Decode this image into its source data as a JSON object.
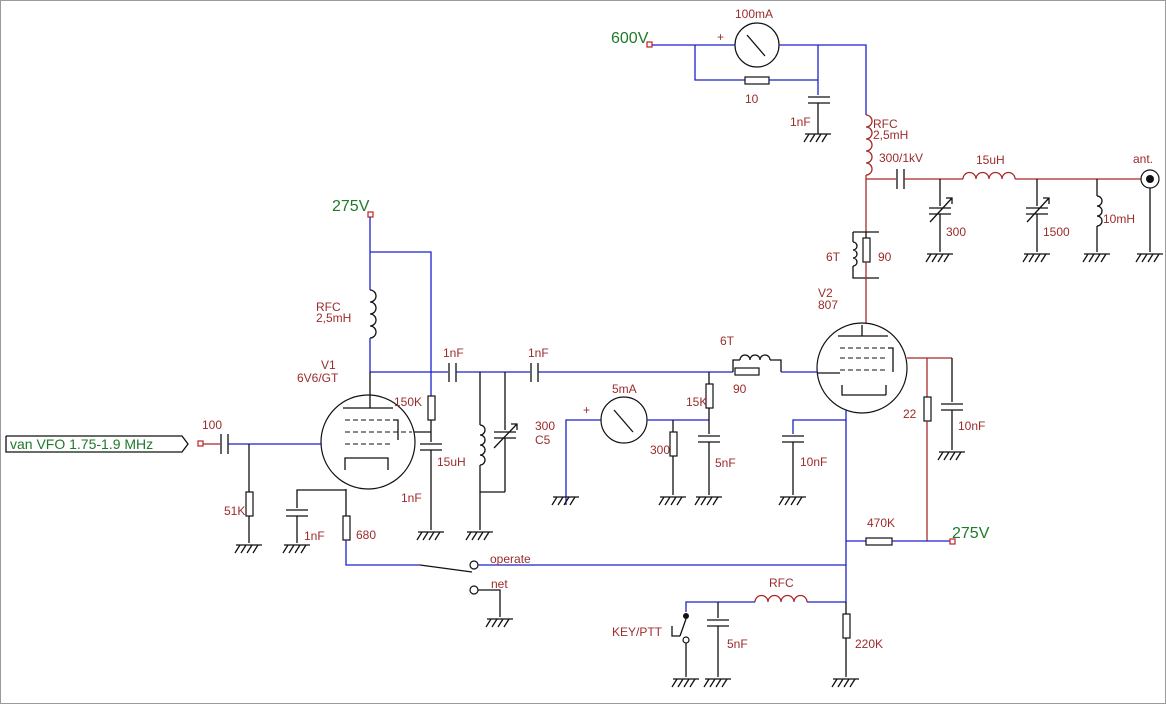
{
  "voltages": {
    "hv": "600V",
    "b1": "275V",
    "b2": "275V"
  },
  "input_label": "van  VFO 1.75-1.9 MHz",
  "tubes": {
    "v1_name": "V1",
    "v1_type": "6V6/GT",
    "v2_name": "V2",
    "v2_type": "807"
  },
  "labels": {
    "meter_100ma": "100mA",
    "r_10": "10",
    "c_1nf_top": "1nF",
    "rfc_top": "RFC",
    "rfc_top_val": "2,5mH",
    "c_300_1kv": "300/1kV",
    "l_15uh_out": "15uH",
    "ant": "ant.",
    "l_6t_plate": "6T",
    "r_90_plate": "90",
    "vc_300": "300",
    "vc_1500": "1500",
    "l_10mh": "10mH",
    "rfc_v1": "RFC",
    "rfc_v1_val": "2,5mH",
    "c_1nf_a": "1nF",
    "c_1nf_b": "1nF",
    "l_6t_grid": "6T",
    "r_90_grid": "90",
    "r_150k": "150K",
    "c_1nf_scr": "1nF",
    "l_15uh_tank": "15uH",
    "meter_5ma": "5mA",
    "plus1": "+",
    "plus2": "+",
    "c5_val": "300",
    "c5_name": "C5",
    "r_15k": "15K",
    "r_300": "300",
    "c_5nf_grid": "5nF",
    "c_10nf_cath": "10nF",
    "r_22": "22",
    "c_10nf_scr": "10nF",
    "c_100": "100",
    "r_51k": "51K",
    "c_1nf_cath": "1nF",
    "r_680": "680",
    "sw_operate": "operate",
    "sw_net": "net",
    "r_470k": "470K",
    "rfc_key": "RFC",
    "key_ptt": "KEY/PTT",
    "c_5nf_key": "5nF",
    "r_220k": "220K"
  }
}
